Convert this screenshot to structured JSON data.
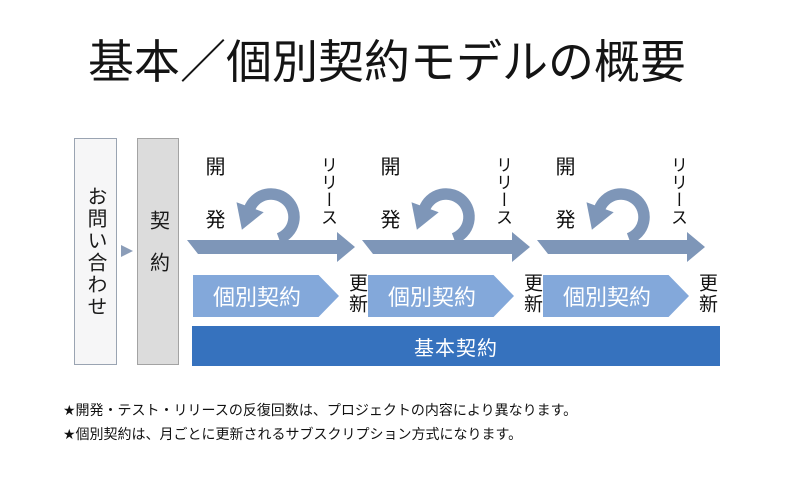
{
  "title": "基本／個別契約モデルの概要",
  "intake": {
    "inquiry_label": "お問い合わせ",
    "contract_label": "契約"
  },
  "sprints": [
    {
      "dev_label": "開発",
      "release_label": "リリース",
      "individual_label": "個別契約",
      "renewal_label": "更新"
    },
    {
      "dev_label": "開発",
      "release_label": "リリース",
      "individual_label": "個別契約",
      "renewal_label": "更新"
    },
    {
      "dev_label": "開発",
      "release_label": "リリース",
      "individual_label": "個別契約",
      "renewal_label": "更新"
    }
  ],
  "base_contract_label": "基本契約",
  "notes": [
    "★開発・テスト・リリースの反復回数は、プロジェクトの内容により異なります。",
    "★個別契約は、月ごとに更新されるサブスクリプション方式になります。"
  ],
  "colors": {
    "sprint_arrow": "#7E96B8",
    "individual_contract_arrow": "#83A8DA",
    "base_contract_bar": "#3672BE",
    "inquiry_box_fill": "#F6F6F7",
    "contract_box_fill": "#DCDCDC",
    "text": "#111111"
  }
}
